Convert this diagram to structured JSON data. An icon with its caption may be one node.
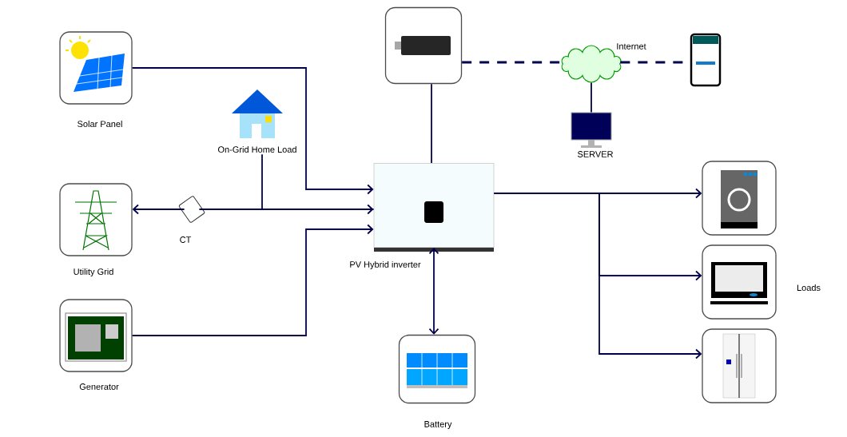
{
  "diagram": {
    "nodes": [
      {
        "text": [
          "Solar Panel"
        ]
      },
      {
        "text": [
          "On-Grid Home Load"
        ]
      },
      {
        "text": [
          "Utility Grid"
        ]
      },
      {
        "text": [
          "CT"
        ]
      },
      {
        "text": [
          "Generator"
        ]
      },
      {
        "text": [],
        "shape": "box"
      },
      {
        "text": [
          "Internet"
        ]
      },
      {
        "text": [],
        "shape": "picture"
      },
      {
        "text": [
          "SERVER"
        ]
      },
      {
        "text": [
          "PV Hybrid inverter"
        ]
      },
      {
        "text": [
          "Battery"
        ]
      },
      {
        "text": [],
        "shape": "box"
      },
      {
        "text": [],
        "shape": "box"
      },
      {
        "text": [],
        "shape": "box"
      }
    ],
    "edges": [
      {
        "from": 0,
        "to": 9,
        "arrow": "to"
      },
      {
        "from": 3,
        "to": 2,
        "arrow": "to"
      },
      {
        "from": 3,
        "to": 9,
        "arrow": "to"
      },
      {
        "from": 1,
        "to": 9,
        "arrow": "none"
      },
      {
        "from": 4,
        "to": 9,
        "arrow": "to"
      },
      {
        "from": 9,
        "to": 10,
        "arrow": "both"
      },
      {
        "from": 9,
        "to": 5,
        "arrow": "none"
      },
      {
        "from": 5,
        "to": 6,
        "arrow": "none",
        "style": "dashed"
      },
      {
        "from": 6,
        "to": 7,
        "arrow": "none",
        "style": "dashed"
      },
      {
        "from": 6,
        "to": 8,
        "arrow": "none"
      },
      {
        "from": 9,
        "to": 11,
        "arrow": "to"
      },
      {
        "from": 9,
        "to": 12,
        "arrow": "to"
      },
      {
        "from": 9,
        "to": 13,
        "arrow": "to"
      }
    ],
    "labels": [
      "Loads"
    ]
  }
}
